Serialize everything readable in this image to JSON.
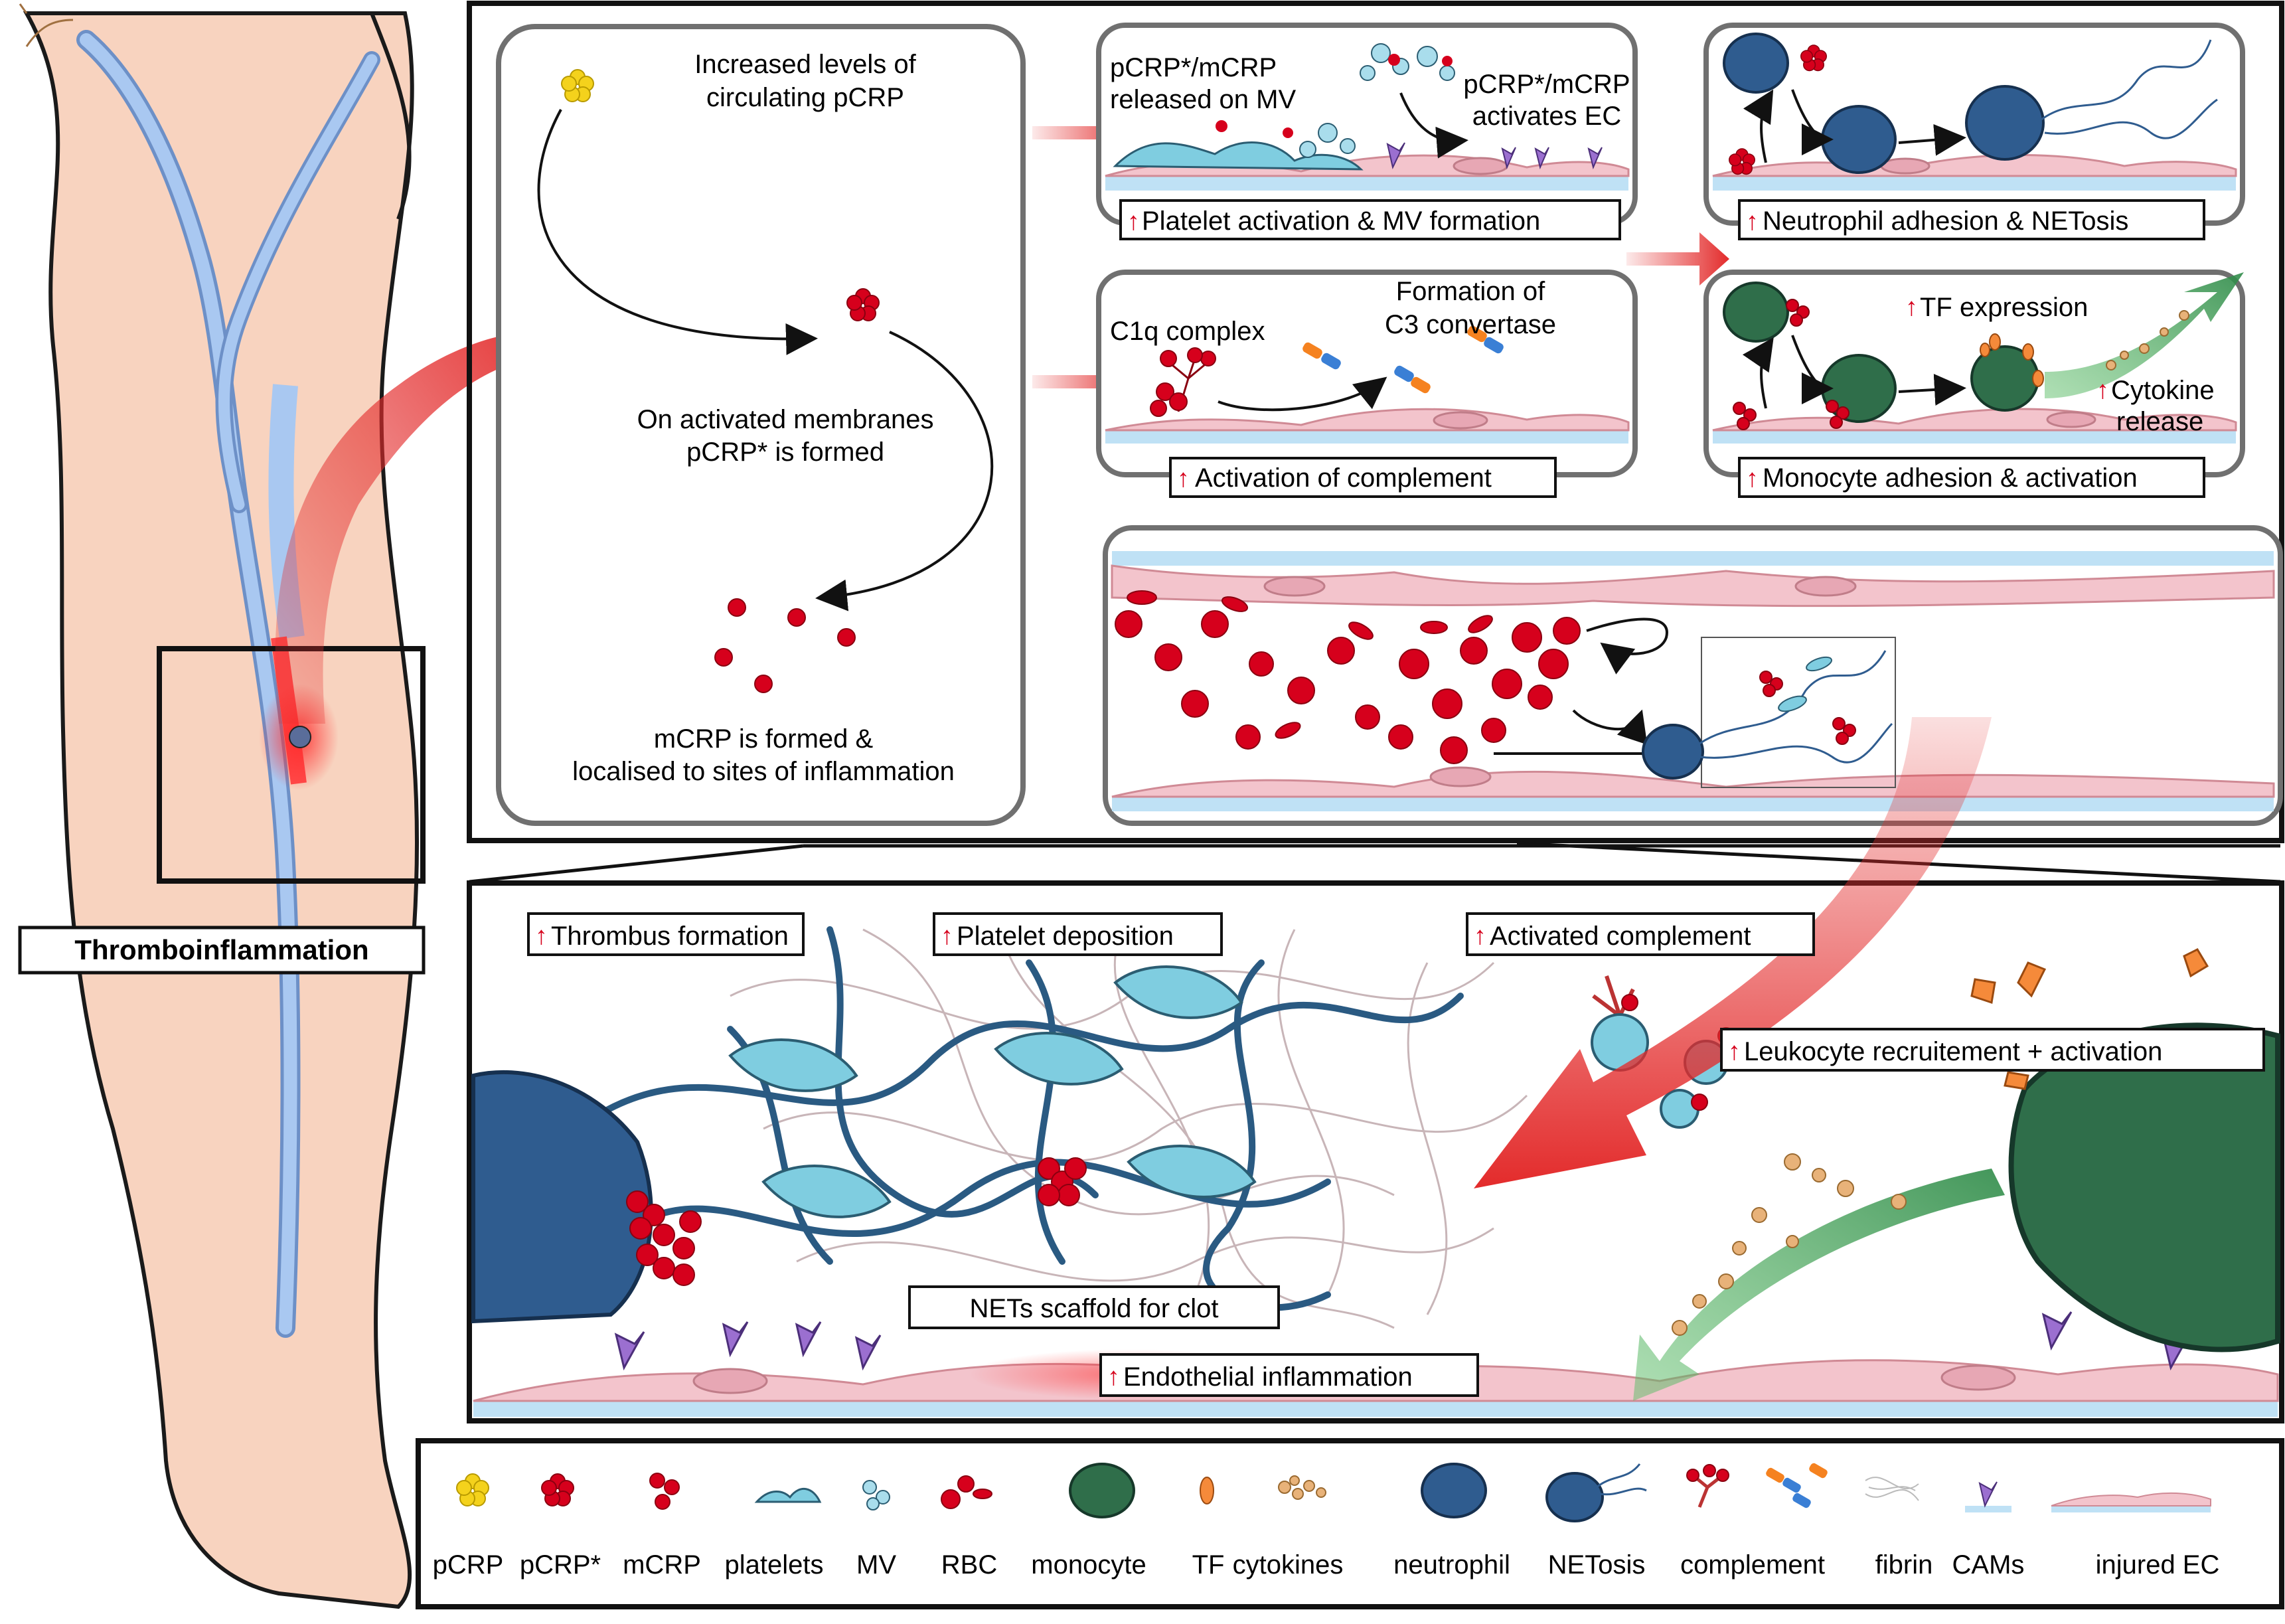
{
  "leg": {
    "label": "Thromboinflammation"
  },
  "pathway": {
    "pcrp_text": [
      "Increased levels of",
      "circulating pCRP"
    ],
    "pcrp_star_text": [
      "On activated membranes",
      "pCRP* is formed"
    ],
    "mcrp_text": [
      "mCRP is formed &",
      "localised to sites of inflammation"
    ]
  },
  "effects": {
    "mv": {
      "note_left": [
        "pCRP*/mCRP",
        "released on MV"
      ],
      "note_right": [
        "pCRP*/mCRP",
        "activates EC"
      ],
      "caption": "Platelet activation & MV formation"
    },
    "complement": {
      "note_left": "C1q complex",
      "note_right": [
        "Formation of",
        "C3 convertase"
      ],
      "caption": "Activation of complement"
    },
    "neutrophil": {
      "caption": "Neutrophil adhesion & NETosis"
    },
    "monocyte": {
      "tf_label": "TF expression",
      "cytokine_label": [
        "Cytokine",
        "release"
      ],
      "caption": "Monocyte adhesion & activation"
    }
  },
  "detail": {
    "thrombus": "Thrombus formation",
    "platelet": "Platelet deposition",
    "complement": "Activated complement",
    "leukocyte": "Leukocyte recruitement + activation",
    "nets": "NETs scaffold for clot",
    "endothelial": "Endothelial inflammation"
  },
  "legend": {
    "items": [
      "pCRP",
      "pCRP*",
      "mCRP",
      "platelets",
      "MV",
      "RBC",
      "monocyte",
      "TF",
      "cytokines",
      "neutrophil",
      "NETosis",
      "complement",
      "fibrin",
      "CAMs",
      "injured EC"
    ]
  },
  "colors": {
    "crp_yellow": "#f4d21c",
    "crp_red": "#d6001c",
    "platelet": "#7fcde0",
    "neutrophil": "#2f5c8f",
    "monocyte": "#2f6e4a",
    "endothelium": "#f3c4cc",
    "vein_blue": "#9ec2ef",
    "arrow_red": "#e32b2b"
  }
}
